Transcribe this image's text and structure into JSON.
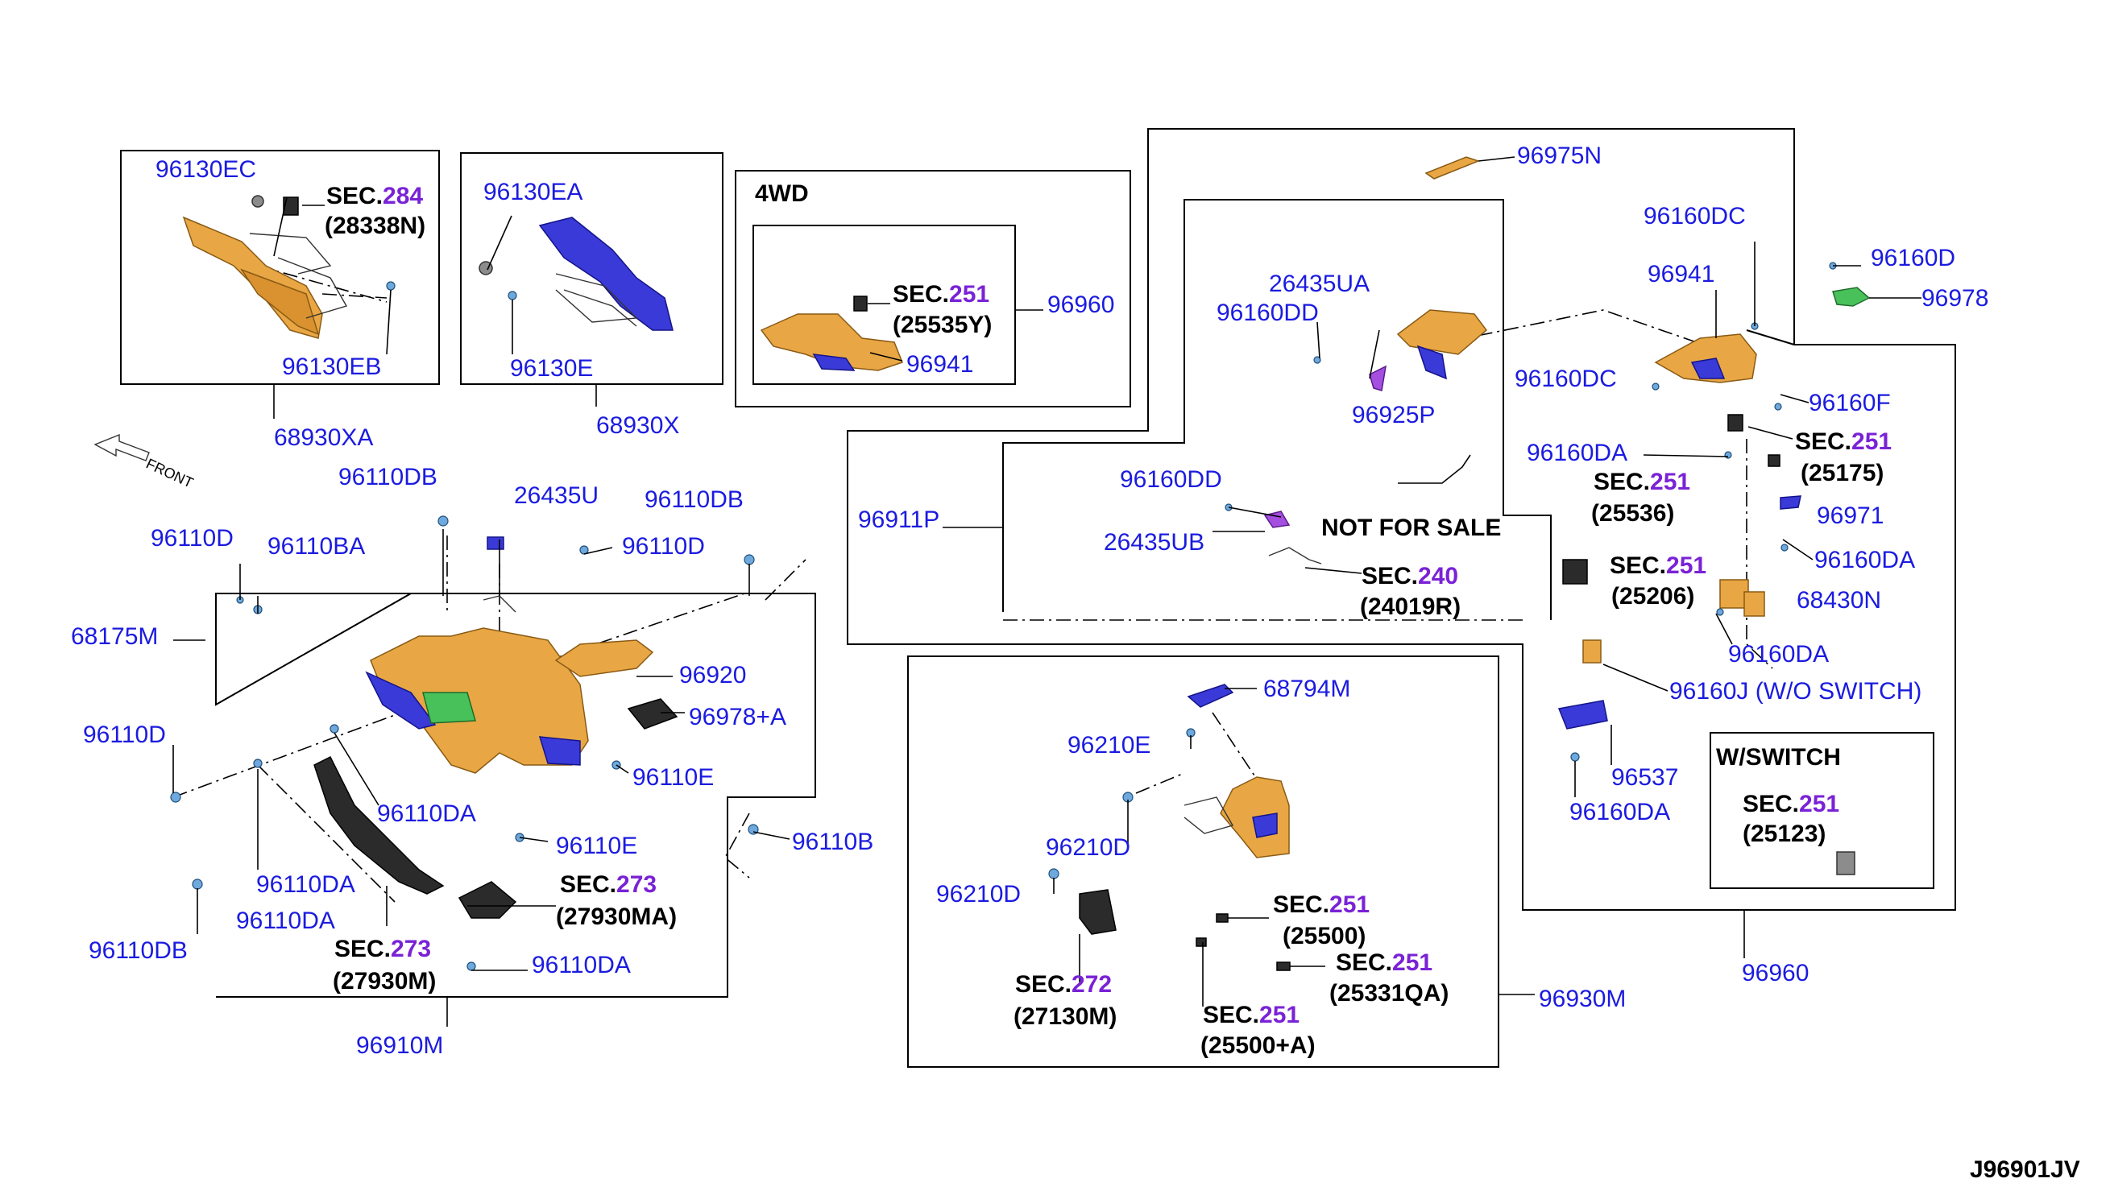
{
  "diagram_id": "J96901JV",
  "front_label": "FRONT",
  "colors": {
    "part_number": "#1b1be0",
    "sec_number": "#7a22d6",
    "text": "#000000",
    "trim_orange": "#e8a744",
    "trim_blue": "#3a3ad8",
    "accent_green": "#49c15a"
  },
  "boxes": {
    "box_4wd": "4WD",
    "box_wswitch": "W/SWITCH"
  },
  "labels": {
    "p96130EC": "96130EC",
    "p96130EB": "96130EB",
    "p68930XA": "68930XA",
    "p96130EA": "96130EA",
    "p96130E": "96130E",
    "p68930X": "68930X",
    "p96960_4wd": "96960",
    "p96941_4wd": "96941",
    "p96975N": "96975N",
    "p26435UA": "26435UA",
    "p96160DD_a": "96160DD",
    "p96925P": "96925P",
    "p96160DC_a": "96160DC",
    "p96941": "96941",
    "p96160D": "96160D",
    "p96978": "96978",
    "p96160DC_b": "96160DC",
    "p96160F": "96160F",
    "p96160DA_a": "96160DA",
    "p96911P": "96911P",
    "p96160DD_b": "96160DD",
    "p26435UB": "26435UB",
    "p96971": "96971",
    "p96160DA_b": "96160DA",
    "p68430N": "68430N",
    "p96160DA_c": "96160DA",
    "p96160J": "96160J (W/O SWITCH)",
    "p96537": "96537",
    "p96160DA_d": "96160DA",
    "p96960": "96960",
    "p96110DB_a": "96110DB",
    "p26435U": "26435U",
    "p96110DB_b": "96110DB",
    "p96110D_a": "96110D",
    "p96110BA": "96110BA",
    "p96110D_b": "96110D",
    "p68175M": "68175M",
    "p96920": "96920",
    "p96978A": "96978+A",
    "p96110D_c": "96110D",
    "p96110E_a": "96110E",
    "p96110DA_a": "96110DA",
    "p96110E_b": "96110E",
    "p96110B": "96110B",
    "p96110DA_b": "96110DA",
    "p96110DA_c": "96110DA",
    "p96110DB_c": "96110DB",
    "p96110DA_d": "96110DA",
    "p96910M": "96910M",
    "p68794M": "68794M",
    "p96210E": "96210E",
    "p96210D_a": "96210D",
    "p96210D_b": "96210D",
    "p96930M": "96930M"
  },
  "sec_refs": {
    "sec284": {
      "prefix": "SEC.",
      "num": "284",
      "code": "(28338N)"
    },
    "sec251_25535Y": {
      "prefix": "SEC.",
      "num": "251",
      "code": "(25535Y)"
    },
    "sec251_25175": {
      "prefix": "SEC.",
      "num": "251",
      "code": "(25175)"
    },
    "sec251_25536": {
      "prefix": "SEC.",
      "num": "251",
      "code": "(25536)"
    },
    "sec240": {
      "prefix": "SEC.",
      "num": "240",
      "code": "(24019R)"
    },
    "sec251_25206": {
      "prefix": "SEC.",
      "num": "251",
      "code": "(25206)"
    },
    "sec251_25123": {
      "prefix": "SEC.",
      "num": "251",
      "code": "(25123)"
    },
    "sec273_27930MA": {
      "prefix": "SEC.",
      "num": "273",
      "code": "(27930MA)"
    },
    "sec273_27930M": {
      "prefix": "SEC.",
      "num": "273",
      "code": "(27930M)"
    },
    "sec251_25500": {
      "prefix": "SEC.",
      "num": "251",
      "code": "(25500)"
    },
    "sec251_25331QA": {
      "prefix": "SEC.",
      "num": "251",
      "code": "(25331QA)"
    },
    "sec272": {
      "prefix": "SEC.",
      "num": "272",
      "code": "(27130M)"
    },
    "sec251_25500A": {
      "prefix": "SEC.",
      "num": "251",
      "code": "(25500+A)"
    }
  },
  "notes": {
    "not_for_sale": "NOT FOR SALE"
  }
}
